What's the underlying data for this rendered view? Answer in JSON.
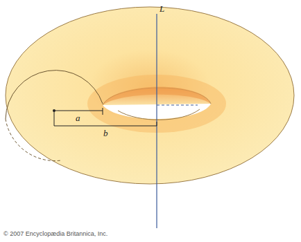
{
  "diagram": {
    "labels": [
      "L",
      "a",
      "b",
      "© 2007 Encyclopædia Britannica, Inc."
    ]
  }
}
